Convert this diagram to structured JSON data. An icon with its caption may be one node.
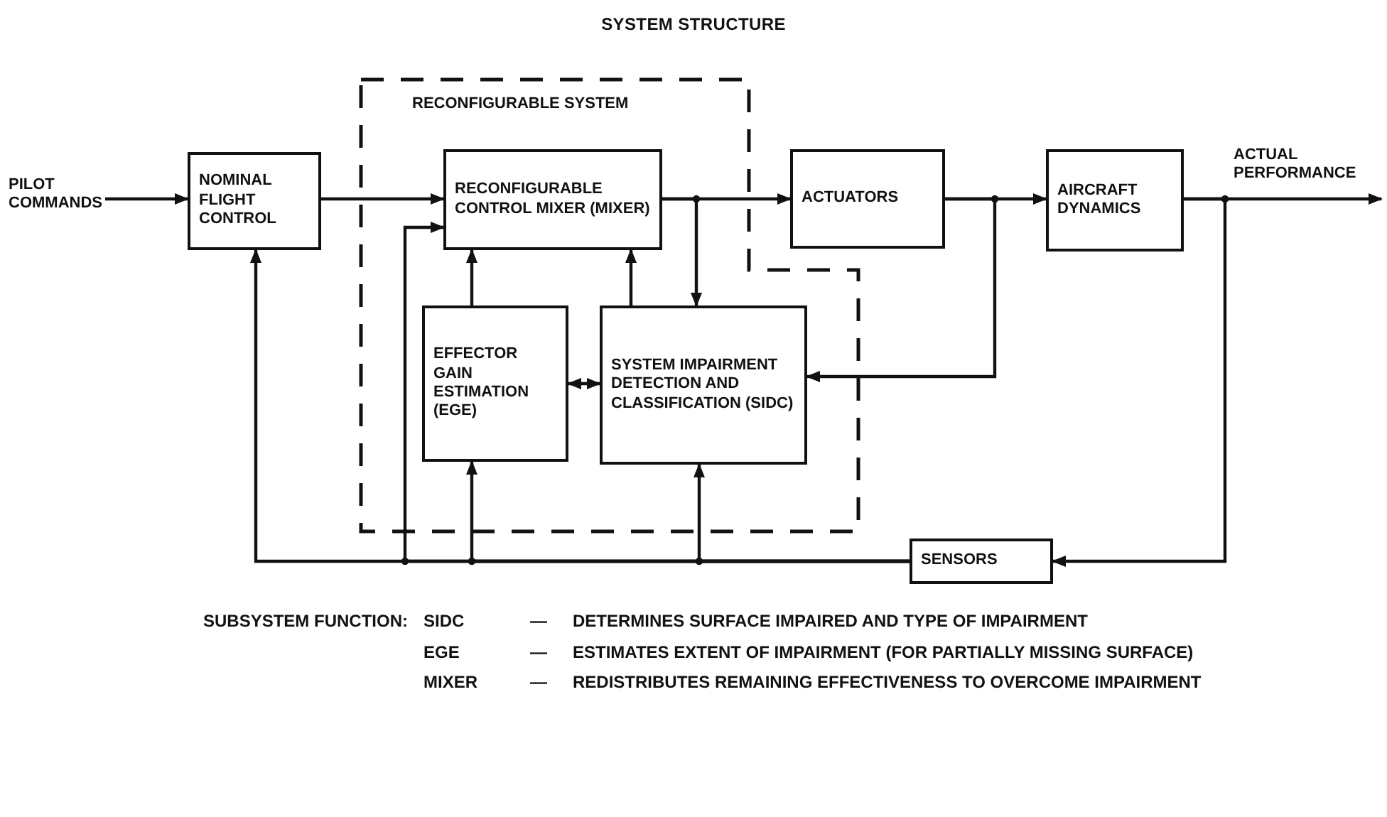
{
  "diagram": {
    "title": "SYSTEM STRUCTURE",
    "nodes": [
      {
        "text": [
          "PILOT COMMANDS"
        ]
      },
      {
        "text": [
          "NOMINAL FLIGHT CONTROL"
        ]
      },
      {
        "text": [
          "RECONFIGURABLE SYSTEM"
        ]
      },
      {
        "text": [
          "RECONFIGURABLE CONTROL MIXER (MIXER)"
        ],
        "in": 2
      },
      {
        "text": [
          "EFFECTOR GAIN ESTIMATION (EGE)"
        ],
        "in": 2
      },
      {
        "text": [
          "SYSTEM IMPAIRMENT DETECTION AND CLASSIFICATION (SIDC)"
        ],
        "in": 2
      },
      {
        "text": [
          "ACTUATORS"
        ]
      },
      {
        "text": [
          "AIRCRAFT DYNAMICS"
        ]
      },
      {
        "text": [
          "SENSORS"
        ]
      }
    ],
    "edges": [
      {
        "from": 0,
        "to": 1,
        "arrow": "to"
      },
      {
        "from": 1,
        "to": 3,
        "arrow": "to"
      },
      {
        "from": 3,
        "to": 6,
        "arrow": "to"
      },
      {
        "from": 3,
        "to": 5,
        "arrow": "to"
      },
      {
        "from": 6,
        "to": 7,
        "arrow": "to"
      },
      {
        "from": 6,
        "to": 5,
        "arrow": "to"
      },
      {
        "from": 7,
        "to": null,
        "arrow": "to",
        "label": "ACTUAL PERFORMANCE"
      },
      {
        "from": 7,
        "to": 8,
        "arrow": "to"
      },
      {
        "from": 8,
        "to": 1,
        "arrow": "to"
      },
      {
        "from": 8,
        "to": 3,
        "arrow": "to"
      },
      {
        "from": 8,
        "to": 4,
        "arrow": "to"
      },
      {
        "from": 8,
        "to": 5,
        "arrow": "to"
      },
      {
        "from": 4,
        "to": 3,
        "arrow": "to"
      },
      {
        "from": 5,
        "to": 3,
        "arrow": "to"
      },
      {
        "from": 4,
        "to": 5,
        "arrow": "both"
      }
    ],
    "labels": [
      "SUBSYSTEM FUNCTION:",
      "SIDC",
      "—",
      "DETERMINES SURFACE IMPAIRED AND TYPE OF IMPAIRMENT",
      "EGE",
      "—",
      "ESTIMATES EXTENT OF IMPAIRMENT (FOR PARTIALLY MISSING SURFACE)",
      "MIXER",
      "—",
      "REDISTRIBUTES REMAINING EFFECTIVENESS TO OVERCOME IMPAIRMENT"
    ]
  }
}
